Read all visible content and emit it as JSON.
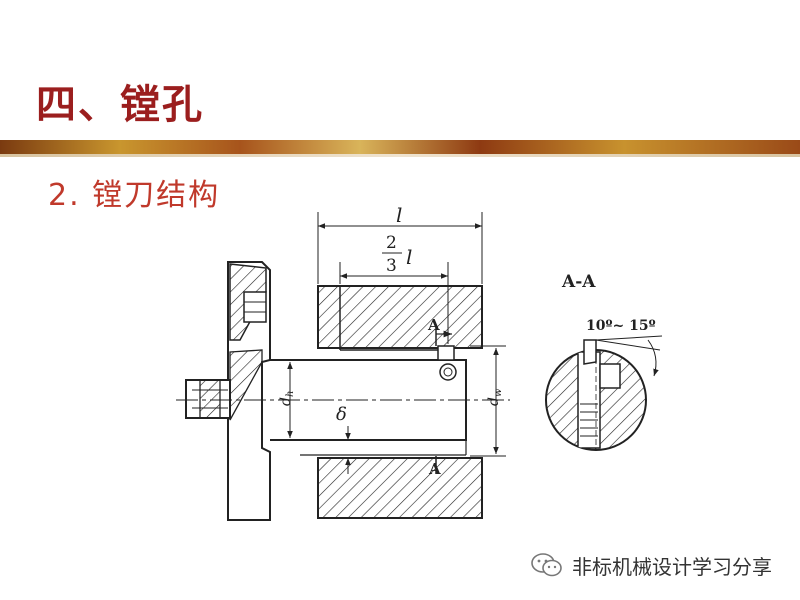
{
  "title": "四、镗孔",
  "subtitle": "2. 镗刀结构",
  "diagram": {
    "dim_l": "l",
    "frac_num": "2",
    "frac_den": "3",
    "frac_var": "l",
    "section_mark_top": "A",
    "section_mark_bottom": "A",
    "label_dh": "d",
    "label_dh_sub": "h",
    "label_dw": "d",
    "label_dw_sub": "w",
    "label_delta": "δ",
    "section_title": "A-A",
    "angle_label": "10º~ 15º"
  },
  "watermark": {
    "text": "非标机械设计学习分享",
    "icon": "wechat-icon"
  }
}
